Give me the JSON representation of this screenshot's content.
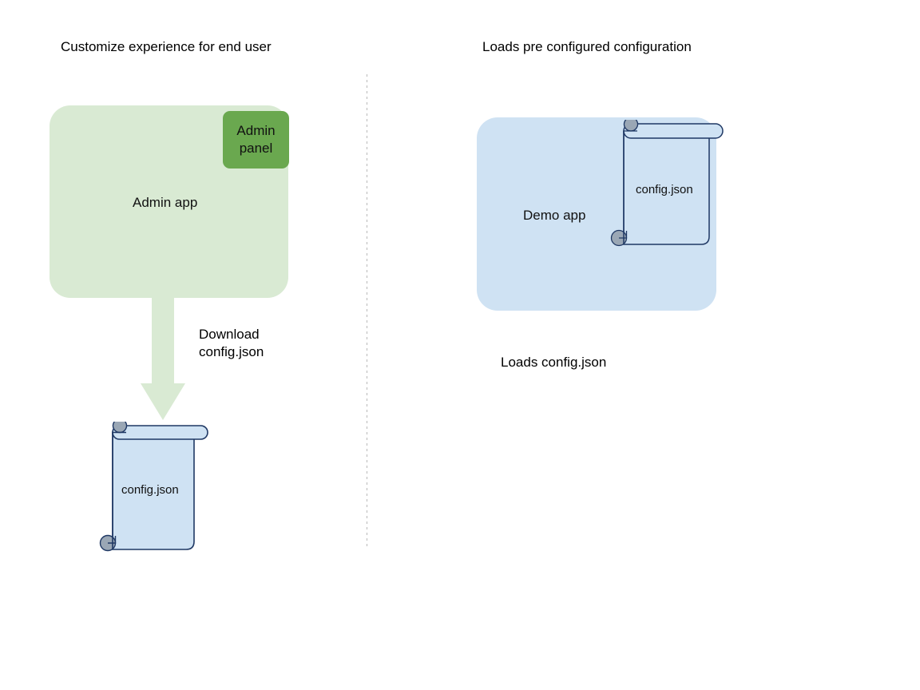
{
  "diagram": {
    "background_color": "#ffffff",
    "columns": [
      {
        "id": "left",
        "caption": "Customize experience for end user",
        "card": {
          "label": "Admin app",
          "fill_color": "#d9ead3"
        },
        "inner_box": {
          "label_line1": "Admin",
          "label_line2": "panel",
          "fill_color": "#6aa84f"
        },
        "arrow": {
          "label_line1": "Download",
          "label_line2": "config.json",
          "color": "#d9ead3",
          "direction": "down"
        },
        "document": {
          "label": "config.json",
          "fill_color": "#cfe2f3",
          "stroke_color": "#1f3864",
          "curl_color": "#9aa7b5"
        }
      },
      {
        "id": "right",
        "caption": "Loads pre configured configuration",
        "card": {
          "label": "Demo app",
          "fill_color": "#cfe2f3"
        },
        "document": {
          "label": "config.json",
          "fill_color": "#cfe2f3",
          "stroke_color": "#1f3864",
          "curl_color": "#9aa7b5"
        },
        "footnote": "Loads config.json"
      }
    ],
    "divider": {
      "style": "dotted-vertical",
      "color": "#b9b9b9"
    }
  }
}
